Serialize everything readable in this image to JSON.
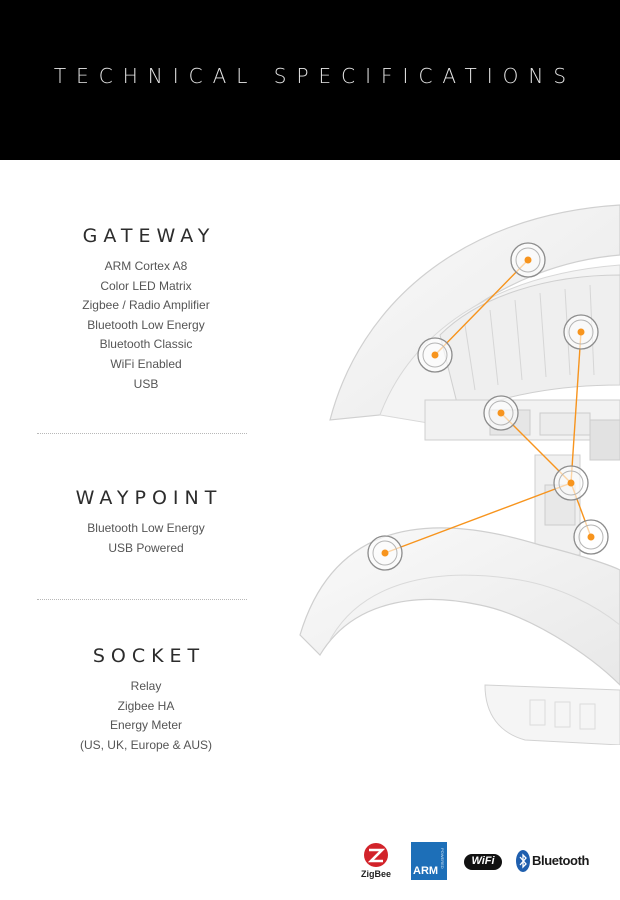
{
  "header": {
    "title": "TECHNICAL SPECIFICATIONS"
  },
  "gateway": {
    "title": "GATEWAY",
    "items": [
      "ARM Cortex A8",
      "Color LED Matrix",
      "Zigbee / Radio Amplifier",
      "Bluetooth Low Energy",
      "Bluetooth Classic",
      "WiFi Enabled",
      "USB"
    ]
  },
  "waypoint": {
    "title": "WAYPOINT",
    "items": [
      "Bluetooth Low Energy",
      "USB Powered"
    ]
  },
  "socket": {
    "title": "SOCKET",
    "items": [
      "Relay",
      "Zigbee HA",
      "Energy Meter",
      "(US, UK, Europe & AUS)"
    ]
  },
  "logos": {
    "zigbee": "ZigBee",
    "arm": "ARM",
    "arm_powered": "POWERED",
    "wifi": "WiFi",
    "bluetooth": "Bluetooth"
  },
  "colors": {
    "accent": "#f7941d",
    "header_bg": "#000000"
  },
  "icons": [
    "zigbee-logo-icon",
    "arm-logo-icon",
    "wifi-logo-icon",
    "bluetooth-logo-icon"
  ]
}
